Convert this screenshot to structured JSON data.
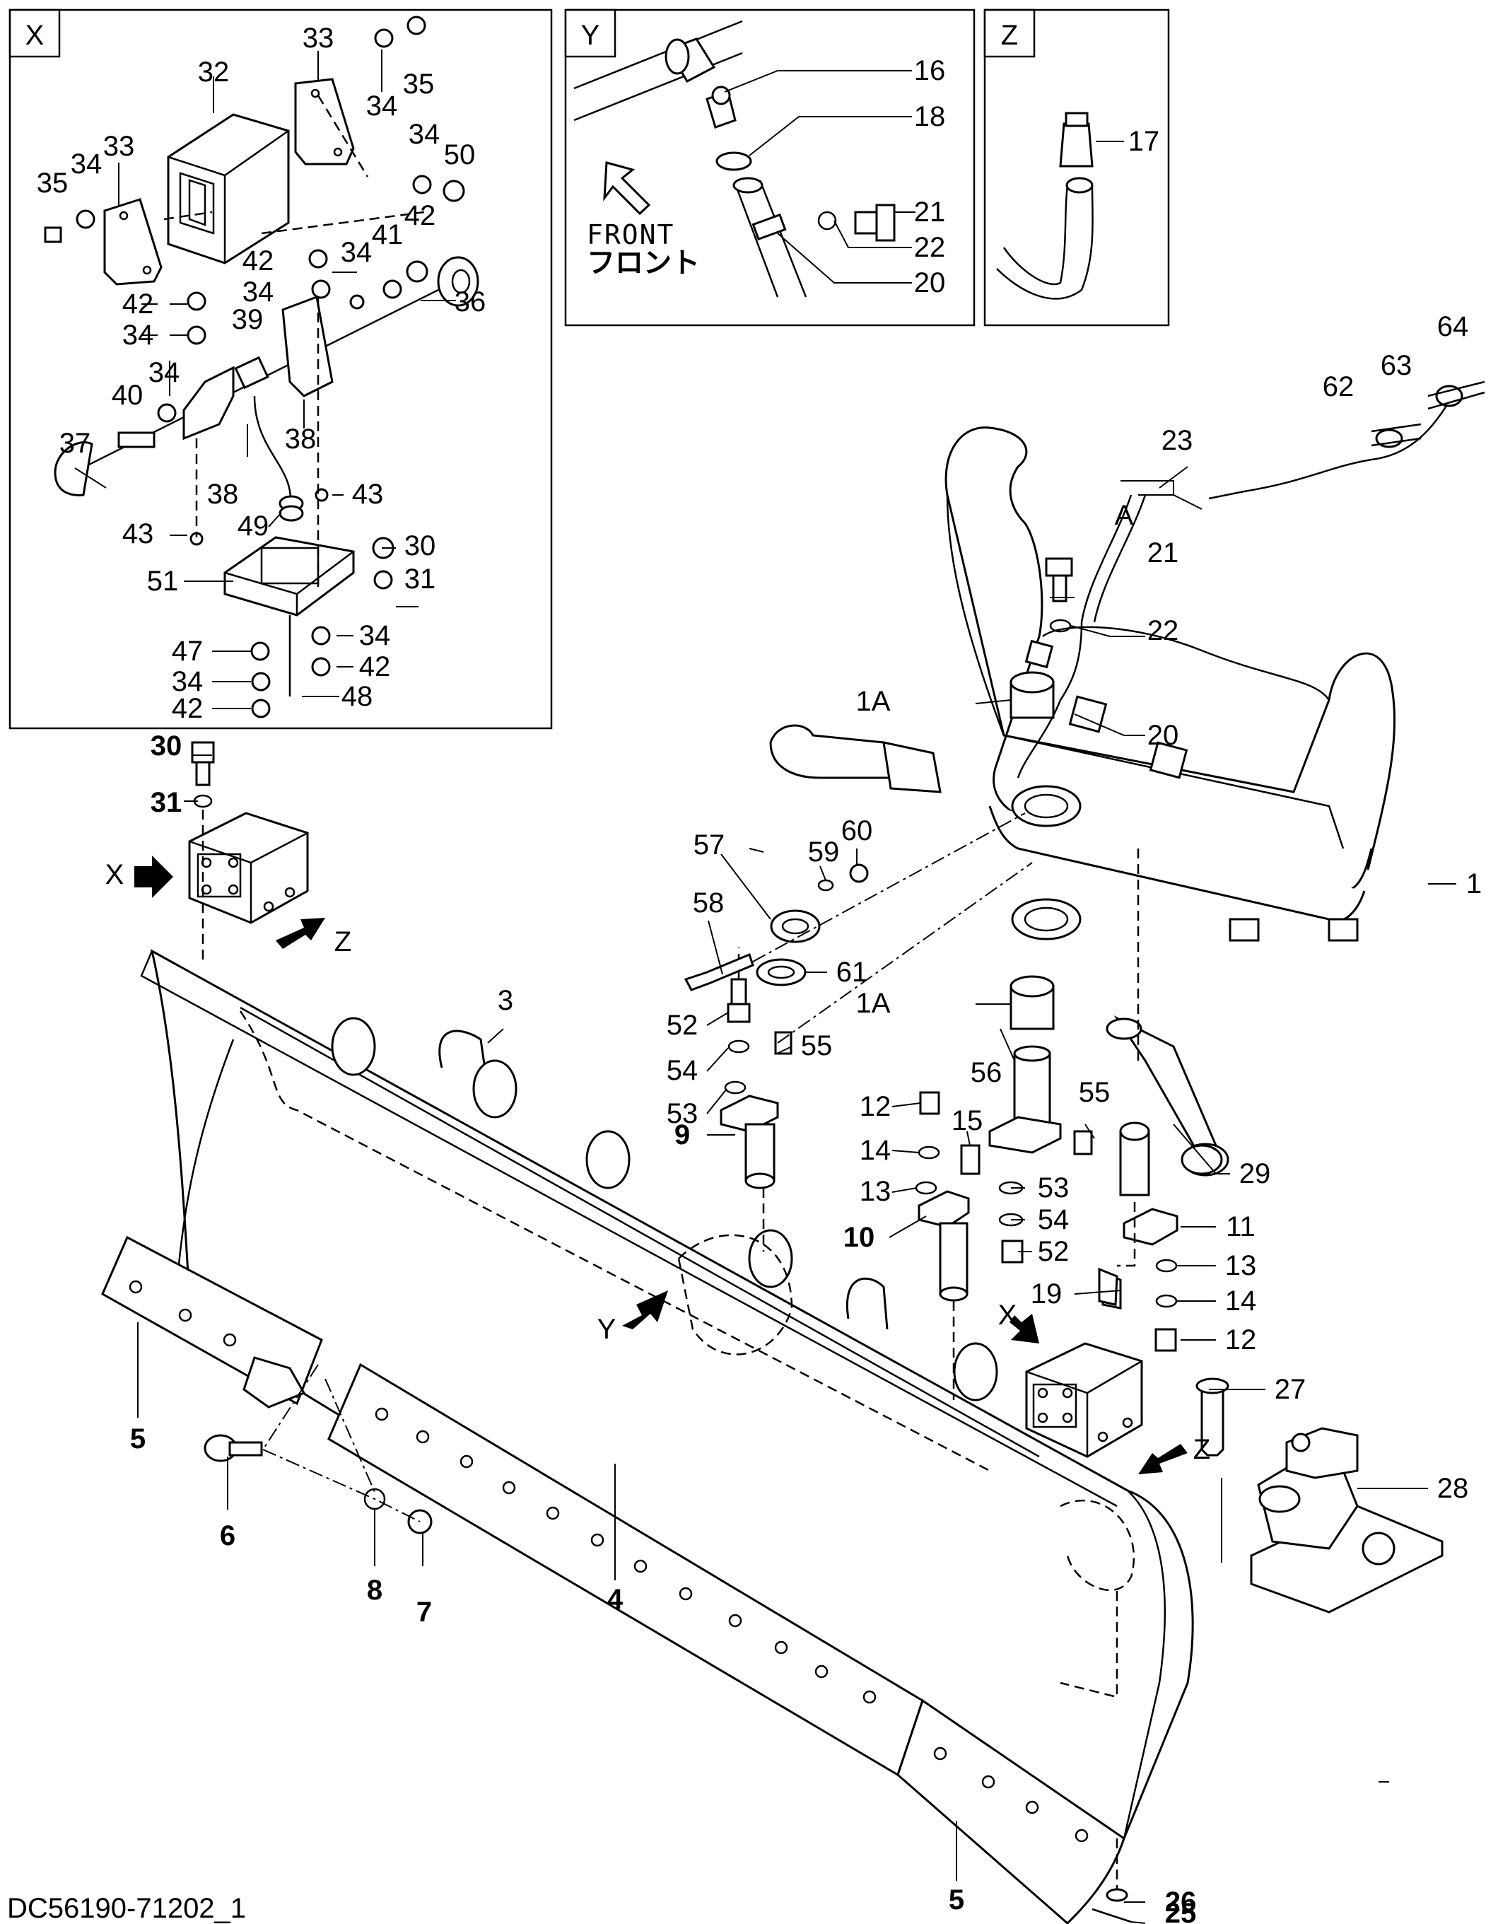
{
  "drawing_id": "DC56190-71202_1",
  "detail_views": {
    "x": "X",
    "y": "Y",
    "z": "Z"
  },
  "front_label_en": "FRONT",
  "front_label_ja": "フロント",
  "view_arrows": {
    "x_top": "X",
    "x_mid": "X",
    "z_top": "Z",
    "z_mid": "Z",
    "y": "Y"
  },
  "section_mark": "A",
  "callouts": {
    "c1": "1",
    "c1A_a": "1A",
    "c1A_b": "1A",
    "c3": "3",
    "c4": "4",
    "c5_a": "5",
    "c5_b": "5",
    "c6": "6",
    "c7": "7",
    "c8": "8",
    "c9": "9",
    "c10": "10",
    "c11": "11",
    "c12_a": "12",
    "c12_b": "12",
    "c13_a": "13",
    "c13_b": "13",
    "c14_a": "14",
    "c14_b": "14",
    "c15": "15",
    "c16": "16",
    "c17": "17",
    "c18": "18",
    "c19": "19",
    "c20_y": "20",
    "c20_m": "20",
    "c21_y": "21",
    "c21_m": "21",
    "c22_y": "22",
    "c22_m": "22",
    "c23": "23",
    "c25": "25",
    "c26": "26",
    "c27": "27",
    "c28": "28",
    "c29": "29",
    "c30_x": "30",
    "c30_m": "30",
    "c31_x": "31",
    "c31_m": "31",
    "c32": "32",
    "c33_a": "33",
    "c33_b": "33",
    "c34_a": "34",
    "c34_b": "34",
    "c34_c": "34",
    "c34_d": "34",
    "c34_e": "34",
    "c34_f": "34",
    "c34_g": "34",
    "c34_h": "34",
    "c35_a": "35",
    "c35_b": "35",
    "c36": "36",
    "c37": "37",
    "c38_a": "38",
    "c38_b": "38",
    "c39": "39",
    "c40": "40",
    "c41": "41",
    "c42_a": "42",
    "c42_b": "42",
    "c42_c": "42",
    "c42_d": "42",
    "c42_e": "42",
    "c43_a": "43",
    "c43_b": "43",
    "c47": "47",
    "c48": "48",
    "c49": "49",
    "c50": "50",
    "c51": "51",
    "c52_a": "52",
    "c52_b": "52",
    "c53_a": "53",
    "c53_b": "53",
    "c54_a": "54",
    "c54_b": "54",
    "c55_a": "55",
    "c55_b": "55",
    "c56": "56",
    "c57": "57",
    "c58": "58",
    "c59": "59",
    "c60": "60",
    "c61": "61",
    "c62": "62",
    "c63": "63",
    "c64": "64"
  }
}
